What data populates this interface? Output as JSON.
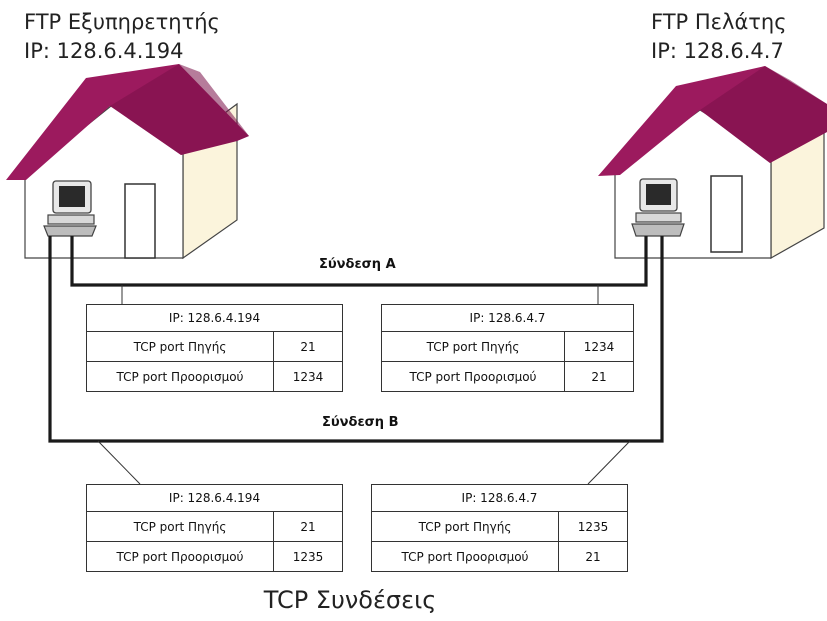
{
  "server": {
    "name": "FTP Εξυπηρετητής",
    "ip": "IP: 128.6.4.194"
  },
  "client": {
    "name": "FTP Πελάτης",
    "ip": "IP: 128.6.4.7"
  },
  "connection_a": {
    "label": "Σύνδεση Α",
    "server_segment": {
      "ip": "IP: 128.6.4.194",
      "src_label": "TCP port  Πηγής",
      "src_port": "21",
      "dst_label": "TCP port  Προορισμού",
      "dst_port": "1234"
    },
    "client_segment": {
      "ip": "IP: 128.6.4.7",
      "src_label": "TCP port  Πηγής",
      "src_port": "1234",
      "dst_label": "TCP port  Προορισμού",
      "dst_port": "21"
    }
  },
  "connection_b": {
    "label": "Σύνδεση Β",
    "server_segment": {
      "ip": "IP: 128.6.4.194",
      "src_label": "TCP port  Πηγής",
      "src_port": "21",
      "dst_label": "TCP port  Προορισμού",
      "dst_port": "1235"
    },
    "client_segment": {
      "ip": "IP: 128.6.4.7",
      "src_label": "TCP port  Πηγής",
      "src_port": "1235",
      "dst_label": "TCP port  Προορισμού",
      "dst_port": "21"
    }
  },
  "caption": "TCP Συνδέσεις",
  "colors": {
    "roof": "#9c1a5e",
    "house_wall": "#ffffff",
    "house_side": "#fbf4dc",
    "line": "#1a1a1a"
  }
}
